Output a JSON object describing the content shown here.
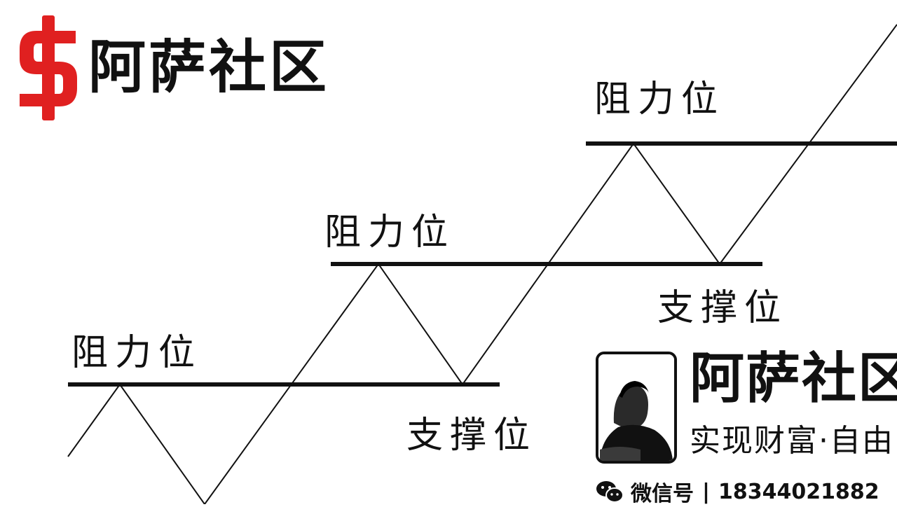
{
  "logo": {
    "mark": "$",
    "text": "阿萨社区"
  },
  "diagram": {
    "resistance_label": "阻力位",
    "support_label": "支撑位",
    "resistance_levels": [
      {
        "label": "阻力位",
        "level": 1
      },
      {
        "label": "阻力位",
        "level": 2
      },
      {
        "label": "阻力位",
        "level": 3
      }
    ],
    "support_levels": [
      {
        "label": "支撑位",
        "level": 1
      },
      {
        "label": "支撑位",
        "level": 2
      }
    ]
  },
  "card": {
    "title": "阿萨社区",
    "slogan": "实现财富·自由",
    "wechat_label": "微信号",
    "separator": "|",
    "wechat_id": "18344021882"
  },
  "colors": {
    "logo_red": "#e02020",
    "text": "#111111",
    "line": "#111111",
    "background": "#ffffff"
  },
  "icons": [
    "dollar-logo-icon",
    "wechat-icon",
    "avatar-photo"
  ]
}
